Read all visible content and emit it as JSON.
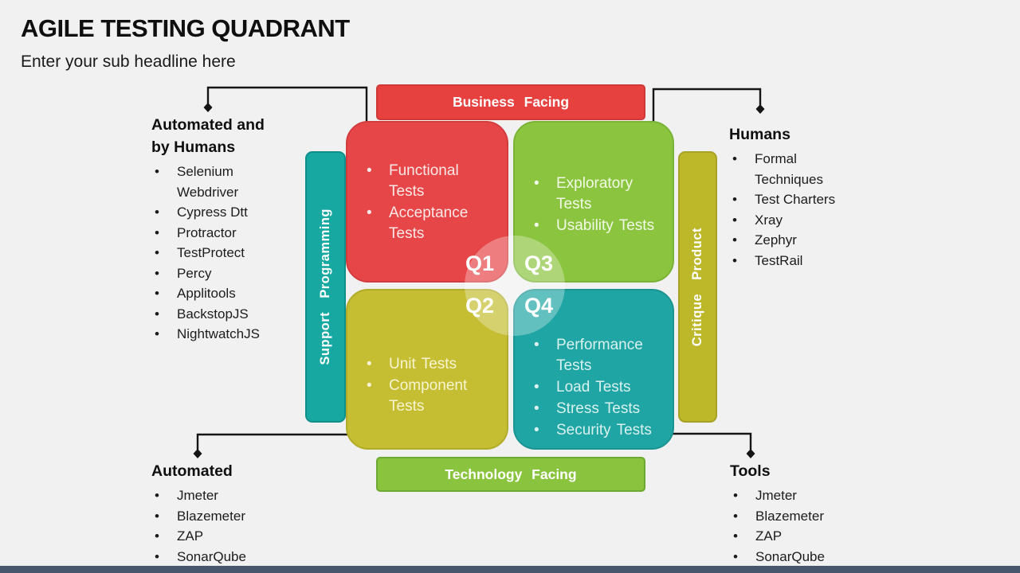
{
  "slide": {
    "title": "AGILE TESTING QUADRANT",
    "subtitle": "Enter your sub headline here"
  },
  "banners": {
    "top": {
      "label": "Business Facing",
      "fill": "#e6413f"
    },
    "bottom": {
      "label": "Technology Facing",
      "fill": "#8ac43e"
    }
  },
  "axes": {
    "left": {
      "label": "Support Programming",
      "fill": "#16a8a1"
    },
    "right": {
      "label": "Critique Product",
      "fill": "#bdb72a"
    }
  },
  "quadrants": [
    {
      "id": "Q1",
      "label": "Q1",
      "fill": "#e74648",
      "items": [
        "Functional Tests",
        "Acceptance Tests"
      ]
    },
    {
      "id": "Q3",
      "label": "Q3",
      "fill": "#8bc53f",
      "items": [
        "Exploratory Tests",
        "Usability Tests"
      ]
    },
    {
      "id": "Q2",
      "label": "Q2",
      "fill": "#c5be32",
      "items": [
        "Unit Tests",
        "Component Tests"
      ]
    },
    {
      "id": "Q4",
      "label": "Q4",
      "fill": "#1fa5a3",
      "items": [
        "Performance Tests",
        "Load Tests",
        "Stress Tests",
        "Security Tests"
      ]
    }
  ],
  "side_lists": {
    "top_left": {
      "heading": "Automated and by Humans",
      "items": [
        "Selenium Webdriver",
        "Cypress Dtt",
        "Protractor",
        "TestProtect",
        "Percy",
        "Applitools",
        "BackstopJS",
        "NightwatchJS"
      ]
    },
    "top_right": {
      "heading": "Humans",
      "items": [
        "Formal Techniques",
        "Test Charters",
        "Xray",
        "Zephyr",
        "TestRail"
      ]
    },
    "bottom_left": {
      "heading": "Automated",
      "items": [
        "Jmeter",
        "Blazemeter",
        "ZAP",
        "SonarQube"
      ]
    },
    "bottom_right": {
      "heading": "Tools",
      "items": [
        "Jmeter",
        "Blazemeter",
        "ZAP",
        "SonarQube"
      ]
    }
  },
  "colors": {
    "background": "#f1f1f2",
    "bottom_bar": "#47566d",
    "connector": "#151515",
    "center_highlight": "rgba(255,255,255,0.30)"
  }
}
